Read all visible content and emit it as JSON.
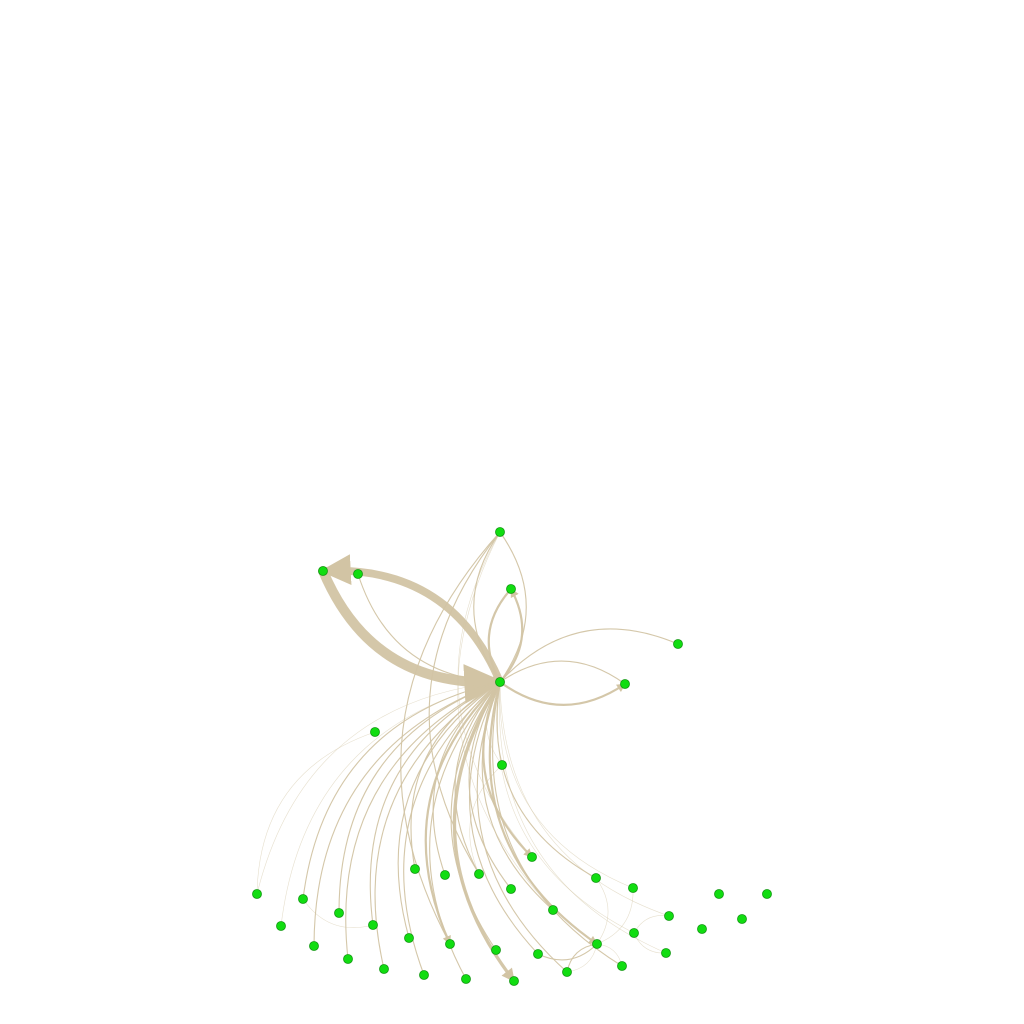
{
  "graph": {
    "type": "directed-network",
    "colors": {
      "node_fill": "#11dd11",
      "node_stroke": "#119911",
      "edge": "#d2c4a4",
      "background": "#ffffff"
    },
    "nodes": [
      {
        "id": "n_top"
      },
      {
        "id": "n_hub"
      },
      {
        "id": "n_a"
      },
      {
        "id": "n_b"
      },
      {
        "id": "n_c"
      },
      {
        "id": "n_d"
      },
      {
        "id": "n_e"
      },
      {
        "id": "n_f"
      },
      {
        "id": "n_g"
      },
      {
        "id": "b01"
      },
      {
        "id": "b02"
      },
      {
        "id": "b03"
      },
      {
        "id": "b04"
      },
      {
        "id": "b05"
      },
      {
        "id": "b06"
      },
      {
        "id": "b07"
      },
      {
        "id": "b08"
      },
      {
        "id": "b09"
      },
      {
        "id": "b10"
      },
      {
        "id": "b11"
      },
      {
        "id": "b12"
      },
      {
        "id": "b13"
      },
      {
        "id": "b14"
      },
      {
        "id": "b15"
      },
      {
        "id": "b16"
      },
      {
        "id": "b17"
      },
      {
        "id": "b18"
      },
      {
        "id": "b19"
      },
      {
        "id": "b20"
      },
      {
        "id": "b21"
      },
      {
        "id": "b22"
      },
      {
        "id": "b23"
      },
      {
        "id": "b24"
      },
      {
        "id": "b25"
      },
      {
        "id": "b26"
      },
      {
        "id": "b27"
      },
      {
        "id": "b28"
      },
      {
        "id": "b29"
      }
    ],
    "edges": [
      {
        "from": "n_a",
        "to": "n_hub",
        "weight": 9
      },
      {
        "from": "n_hub",
        "to": "n_a",
        "weight": 7
      },
      {
        "from": "n_b",
        "to": "n_hub",
        "weight": 1
      },
      {
        "from": "n_top",
        "to": "n_hub",
        "weight": 1
      },
      {
        "from": "n_hub",
        "to": "n_top",
        "weight": 1
      },
      {
        "from": "n_hub",
        "to": "n_c",
        "weight": 2
      },
      {
        "from": "n_c",
        "to": "n_hub",
        "weight": 2
      },
      {
        "from": "n_hub",
        "to": "n_d",
        "weight": 2
      },
      {
        "from": "n_d",
        "to": "n_hub",
        "weight": 1
      },
      {
        "from": "n_e",
        "to": "n_hub",
        "weight": 1
      },
      {
        "from": "n_hub",
        "to": "b17",
        "weight": 3
      },
      {
        "from": "n_hub",
        "to": "b24",
        "weight": 2
      },
      {
        "from": "n_hub",
        "to": "b13",
        "weight": 2
      },
      {
        "from": "n_hub",
        "to": "b19",
        "weight": 2
      },
      {
        "from": "n_hub",
        "to": "b20",
        "weight": 1
      },
      {
        "from": "n_hub",
        "to": "b15",
        "weight": 1
      },
      {
        "from": "n_hub",
        "to": "b16",
        "weight": 1
      },
      {
        "from": "n_hub",
        "to": "b12",
        "weight": 1
      },
      {
        "from": "n_hub",
        "to": "b11",
        "weight": 1
      },
      {
        "from": "n_hub",
        "to": "b10",
        "weight": 1
      },
      {
        "from": "n_hub",
        "to": "b07",
        "weight": 1
      },
      {
        "from": "n_hub",
        "to": "b06",
        "weight": 1
      },
      {
        "from": "n_hub",
        "to": "b04",
        "weight": 1
      },
      {
        "from": "n_hub",
        "to": "b03",
        "weight": 1
      },
      {
        "from": "n_hub",
        "to": "b02",
        "weight": 0.5
      },
      {
        "from": "n_hub",
        "to": "b01",
        "weight": 0.5
      },
      {
        "from": "n_hub",
        "to": "b21",
        "weight": 1
      },
      {
        "from": "n_hub",
        "to": "b22",
        "weight": 1
      },
      {
        "from": "n_hub",
        "to": "b23",
        "weight": 1
      },
      {
        "from": "n_hub",
        "to": "b25",
        "weight": 1
      },
      {
        "from": "n_hub",
        "to": "b26",
        "weight": 0.5
      },
      {
        "from": "n_hub",
        "to": "b27",
        "weight": 0.5
      },
      {
        "from": "n_hub",
        "to": "b28",
        "weight": 0.5
      },
      {
        "from": "n_hub",
        "to": "b29",
        "weight": 0.5
      },
      {
        "from": "n_hub",
        "to": "b14",
        "weight": 1
      },
      {
        "from": "n_hub",
        "to": "b18",
        "weight": 1
      },
      {
        "from": "n_hub",
        "to": "b09",
        "weight": 1
      },
      {
        "from": "n_hub",
        "to": "b08",
        "weight": 1
      },
      {
        "from": "n_hub",
        "to": "b05",
        "weight": 1
      },
      {
        "from": "n_top",
        "to": "b13",
        "weight": 1
      },
      {
        "from": "n_top",
        "to": "b15",
        "weight": 1
      },
      {
        "from": "n_top",
        "to": "b19",
        "weight": 0.5
      },
      {
        "from": "n_top",
        "to": "b21",
        "weight": 0.5
      },
      {
        "from": "b20",
        "to": "b24",
        "weight": 1
      },
      {
        "from": "b24",
        "to": "b22",
        "weight": 1
      },
      {
        "from": "b22",
        "to": "b24",
        "weight": 0.5
      },
      {
        "from": "b24",
        "to": "b23",
        "weight": 0.5
      },
      {
        "from": "b25",
        "to": "b24",
        "weight": 0.5
      },
      {
        "from": "b24",
        "to": "b26",
        "weight": 0.5
      },
      {
        "from": "b27",
        "to": "b28",
        "weight": 0.5
      },
      {
        "from": "n_g",
        "to": "b15",
        "weight": 0.5
      },
      {
        "from": "n_hub",
        "to": "n_g",
        "weight": 0.5
      },
      {
        "from": "n_f",
        "to": "b01",
        "weight": 0.3
      },
      {
        "from": "b03",
        "to": "b07",
        "weight": 0.3
      },
      {
        "from": "b29",
        "to": "b27",
        "weight": 0.3
      }
    ]
  }
}
